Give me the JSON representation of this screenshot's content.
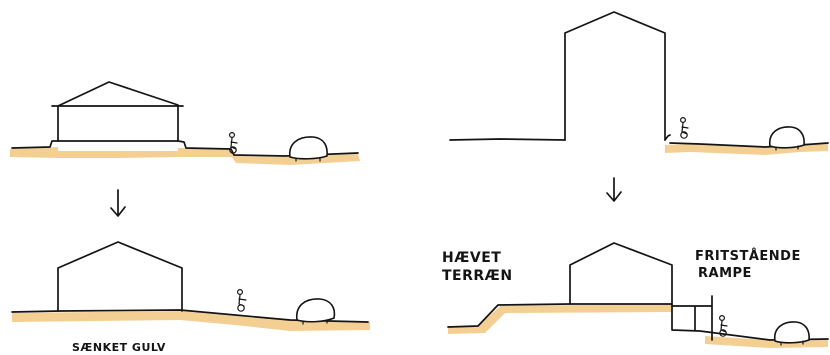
{
  "labels": {
    "bottom_left": "SÆNKET GULV",
    "raised_terrain_line1": "HÆVET",
    "raised_terrain_line2": "TERRÆN",
    "ramp_line1": "FRITSTÅENDE",
    "ramp_line2": "RAMPE"
  },
  "colors": {
    "ink": "#141414",
    "ground": "#f4cf94",
    "background": "#ffffff"
  },
  "icons": {
    "arrow": "down-arrow-icon",
    "wheelchair": "wheelchair-user-icon",
    "car": "car-icon"
  }
}
